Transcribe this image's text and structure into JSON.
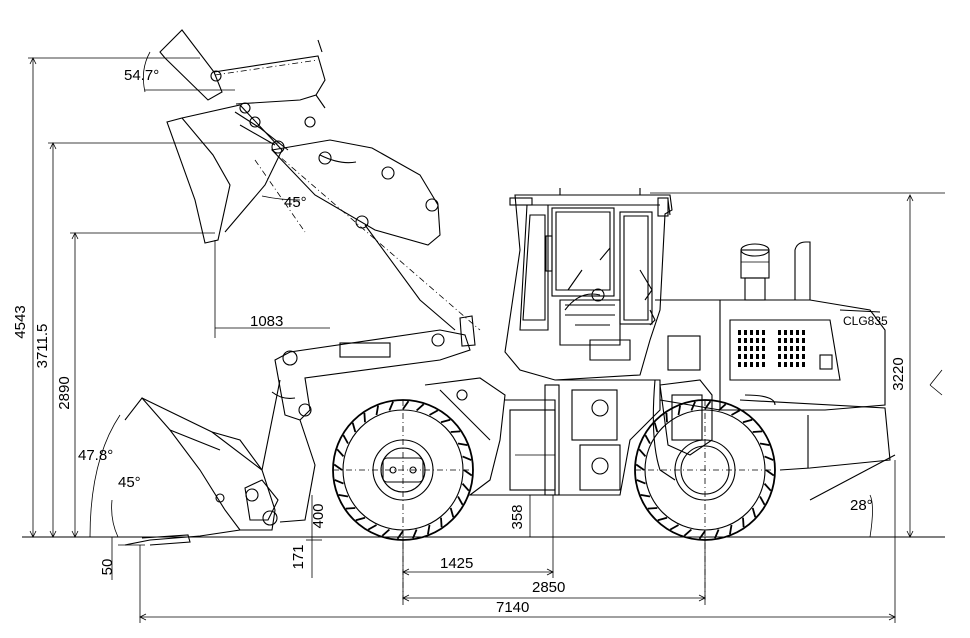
{
  "dimensions": {
    "overall_height": "4543",
    "pin_height": "3711.5",
    "dump_height": "2890",
    "cab_height": "3220",
    "dump_reach": "1083",
    "dig_depth": "50",
    "bucket_low": "171",
    "bucket_pin_low": "400",
    "ground_clearance": "358",
    "half_wheelbase": "1425",
    "wheelbase": "2850",
    "overall_length": "7140"
  },
  "angles": {
    "rollback_top": "54.7°",
    "dump": "45°",
    "rollback_carry": "47.8°",
    "bucket_ground": "45°",
    "departure": "28°"
  },
  "cab_badge": "CLG835"
}
